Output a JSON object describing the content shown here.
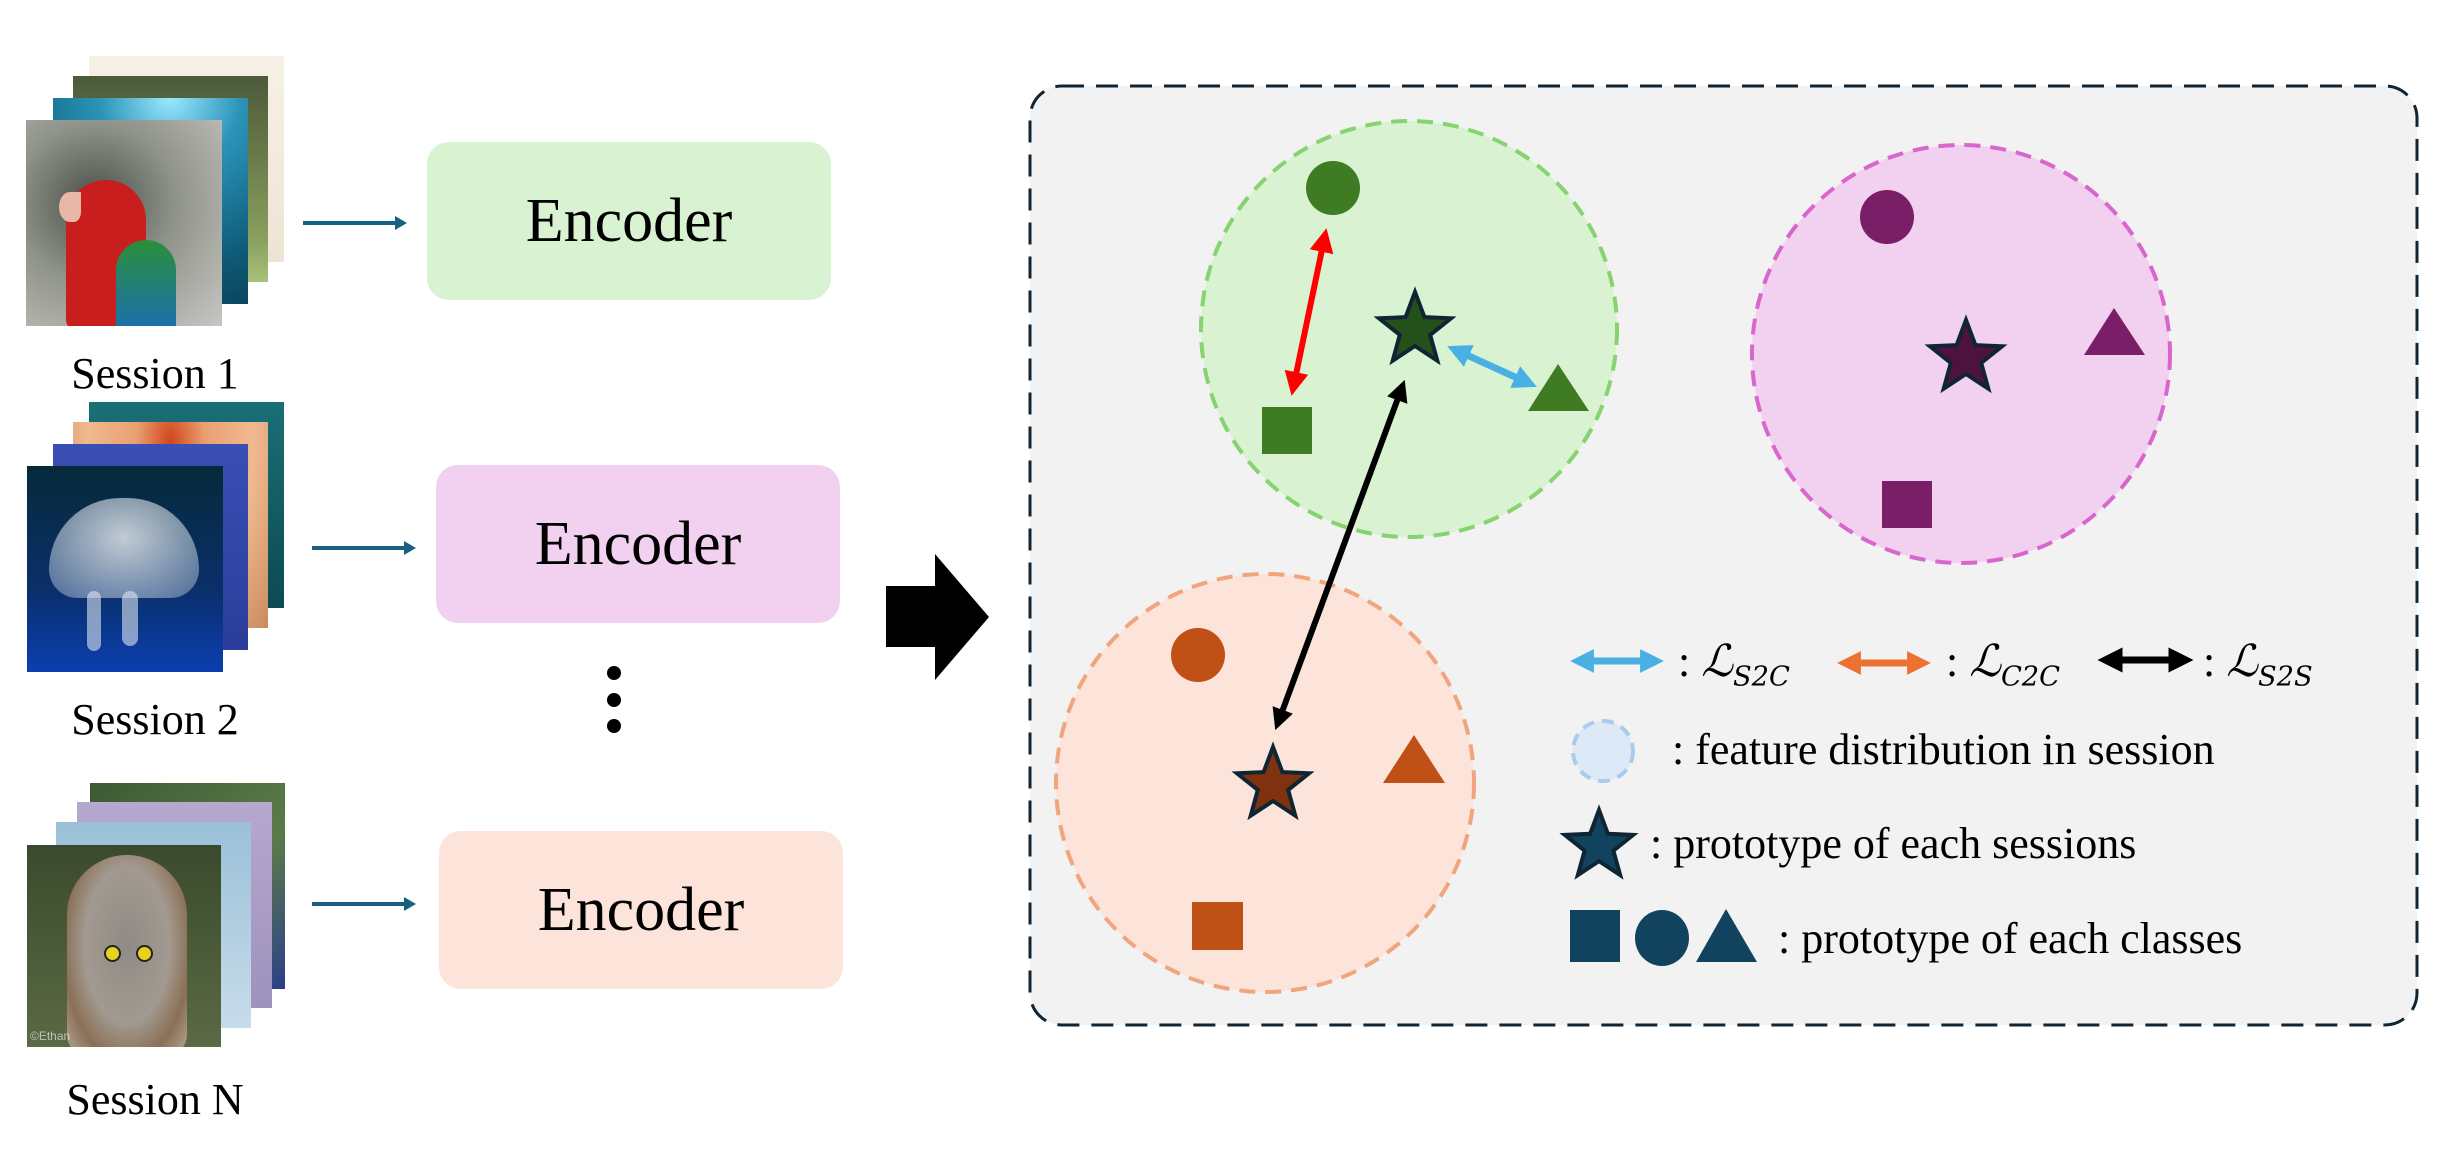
{
  "sessions": [
    {
      "label": "Session 1",
      "front_image": "parrot",
      "encoder_label": "Encoder",
      "encoder_color": "#d9f2d2"
    },
    {
      "label": "Session 2",
      "front_image": "jellyfish",
      "encoder_label": "Encoder",
      "encoder_color": "#f2d0ef"
    },
    {
      "label": "Session N",
      "front_image": "owl",
      "encoder_label": "Encoder",
      "encoder_color": "#fce4da",
      "watermark": "©Ethan"
    }
  ],
  "ellipsis": "⋮",
  "clusters": [
    {
      "name": "session-1",
      "bg": "#d9f2d2",
      "stroke": "#86d36f",
      "shape_color": "#3e7b22",
      "star_color": "#25501a"
    },
    {
      "name": "session-2",
      "bg": "#f2d0ef",
      "stroke": "#d966cc",
      "shape_color": "#7a1e68",
      "star_color": "#4e1240"
    },
    {
      "name": "session-N",
      "bg": "#fce4da",
      "stroke": "#f0a57c",
      "shape_color": "#bf5016",
      "star_color": "#80310d"
    }
  ],
  "loss_arrows": {
    "s2c": {
      "color": "#49b0e3",
      "symbol": "ℒ",
      "sub": "S2C"
    },
    "c2c": {
      "color": "#ff0000",
      "symbol": "ℒ",
      "sub": "C2C"
    },
    "s2s": {
      "color": "#000000",
      "symbol": "ℒ",
      "sub": "S2S"
    }
  },
  "legend": {
    "loss_items": [
      {
        "arrow_color": "#49b0e3",
        "prefix": ": ",
        "symbol": "ℒ",
        "sub": "S2C"
      },
      {
        "arrow_color": "#ed7232",
        "prefix": ": ",
        "symbol": "ℒ",
        "sub": "C2C"
      },
      {
        "arrow_color": "#000000",
        "prefix": ": ",
        "symbol": "ℒ",
        "sub": "S2S"
      }
    ],
    "feature_distribution": ": feature distribution in session",
    "session_prototype": ": prototype of each sessions",
    "class_prototype": ": prototype of each classes",
    "legend_color": "#11435f"
  },
  "panel": {
    "bg": "#f2f2f2",
    "border": "#0f2534"
  }
}
